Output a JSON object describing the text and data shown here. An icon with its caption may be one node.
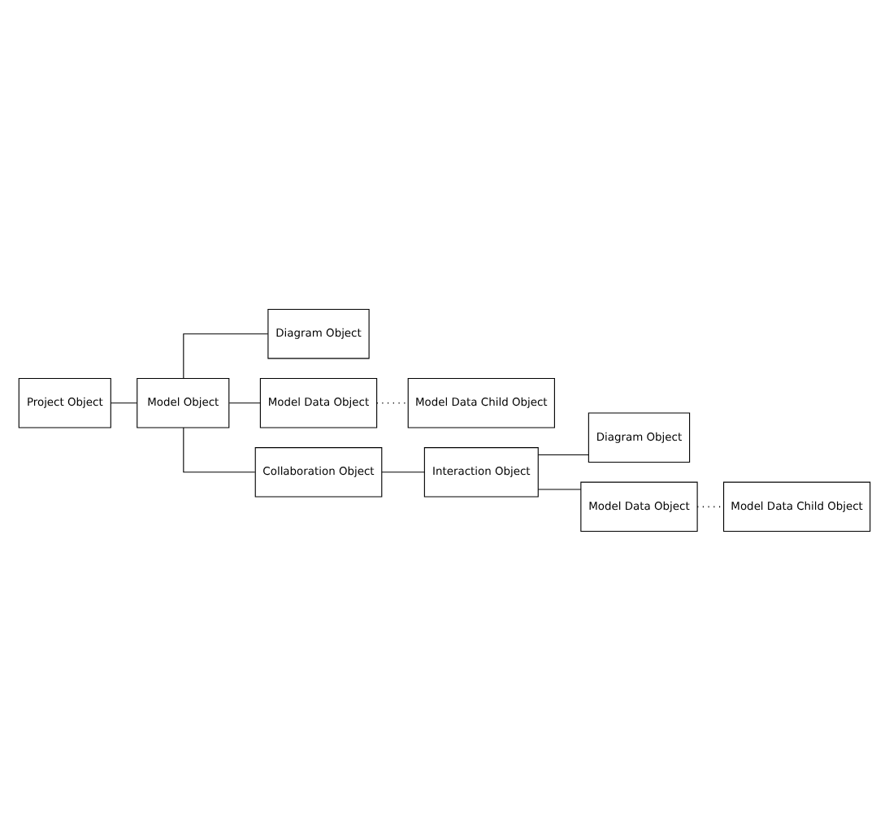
{
  "diagram": {
    "nodes": [
      {
        "text": [
          "Project Object"
        ]
      },
      {
        "text": [
          "Model Object"
        ]
      },
      {
        "text": [
          "Diagram Object"
        ]
      },
      {
        "text": [
          "Model Data Object"
        ]
      },
      {
        "text": [
          "Model Data Child Object"
        ]
      },
      {
        "text": [
          "Collaboration Object"
        ]
      },
      {
        "text": [
          "Interaction Object"
        ]
      },
      {
        "text": [
          "Diagram Object"
        ]
      },
      {
        "text": [
          "Model Data Object"
        ]
      },
      {
        "text": [
          "Model Data Child Object"
        ]
      }
    ],
    "edges": [
      {
        "from": 0,
        "to": 1,
        "arrow": "none"
      },
      {
        "from": 1,
        "to": 2,
        "arrow": "none"
      },
      {
        "from": 1,
        "to": 3,
        "arrow": "none"
      },
      {
        "from": 1,
        "to": 5,
        "arrow": "none"
      },
      {
        "from": 3,
        "to": 4,
        "arrow": "none",
        "style": "dashed"
      },
      {
        "from": 5,
        "to": 6,
        "arrow": "none"
      },
      {
        "from": 6,
        "to": 7,
        "arrow": "none"
      },
      {
        "from": 6,
        "to": 8,
        "arrow": "none"
      },
      {
        "from": 8,
        "to": 9,
        "arrow": "none",
        "style": "dashed"
      }
    ]
  }
}
